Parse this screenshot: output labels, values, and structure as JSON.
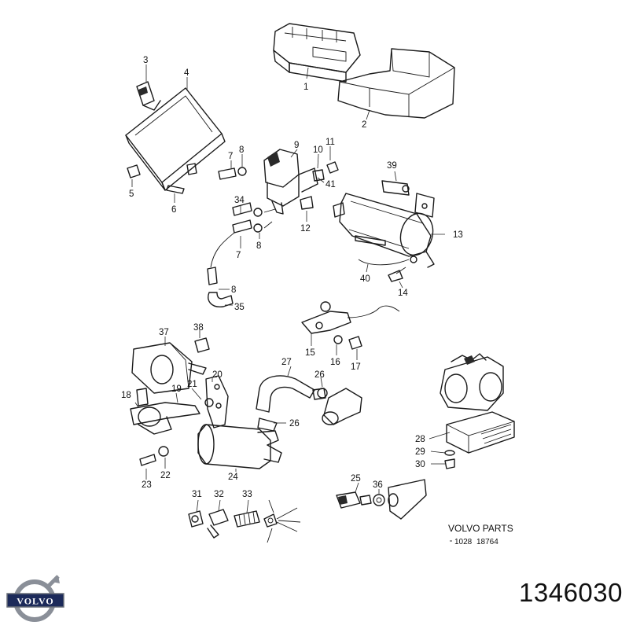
{
  "callouts": [
    {
      "id": "1",
      "text": "1"
    },
    {
      "id": "2",
      "text": "2"
    },
    {
      "id": "3",
      "text": "3"
    },
    {
      "id": "4",
      "text": "4"
    },
    {
      "id": "5",
      "text": "5"
    },
    {
      "id": "6",
      "text": "6"
    },
    {
      "id": "7a",
      "text": "7"
    },
    {
      "id": "8a",
      "text": "8"
    },
    {
      "id": "9",
      "text": "9"
    },
    {
      "id": "10",
      "text": "10"
    },
    {
      "id": "11",
      "text": "11"
    },
    {
      "id": "41",
      "text": "41"
    },
    {
      "id": "39",
      "text": "39"
    },
    {
      "id": "34",
      "text": "34"
    },
    {
      "id": "12",
      "text": "12"
    },
    {
      "id": "13",
      "text": "13"
    },
    {
      "id": "7b",
      "text": "7"
    },
    {
      "id": "8b",
      "text": "8"
    },
    {
      "id": "8c",
      "text": "8"
    },
    {
      "id": "35",
      "text": "35"
    },
    {
      "id": "40",
      "text": "40"
    },
    {
      "id": "14",
      "text": "14"
    },
    {
      "id": "15",
      "text": "15"
    },
    {
      "id": "16",
      "text": "16"
    },
    {
      "id": "17",
      "text": "17"
    },
    {
      "id": "37",
      "text": "37"
    },
    {
      "id": "38",
      "text": "38"
    },
    {
      "id": "20",
      "text": "20"
    },
    {
      "id": "27",
      "text": "27"
    },
    {
      "id": "26a",
      "text": "26"
    },
    {
      "id": "21",
      "text": "21"
    },
    {
      "id": "18",
      "text": "18"
    },
    {
      "id": "19",
      "text": "19"
    },
    {
      "id": "26b",
      "text": "26"
    },
    {
      "id": "23",
      "text": "23"
    },
    {
      "id": "22",
      "text": "22"
    },
    {
      "id": "24",
      "text": "24"
    },
    {
      "id": "28",
      "text": "28"
    },
    {
      "id": "29",
      "text": "29"
    },
    {
      "id": "30",
      "text": "30"
    },
    {
      "id": "25",
      "text": "25"
    },
    {
      "id": "36",
      "text": "36"
    },
    {
      "id": "31",
      "text": "31"
    },
    {
      "id": "32",
      "text": "32"
    },
    {
      "id": "33",
      "text": "33"
    }
  ],
  "footer": {
    "brand_label": "VOLVO PARTS",
    "ref_left": "1028",
    "ref_right": "18764",
    "part_number": "1346030"
  },
  "logo": {
    "wordmark": "VOLVO"
  },
  "colors": {
    "ink": "#1a1a1a",
    "logo_blue": "#1c2a5a",
    "logo_steel": "#8a8f98"
  }
}
